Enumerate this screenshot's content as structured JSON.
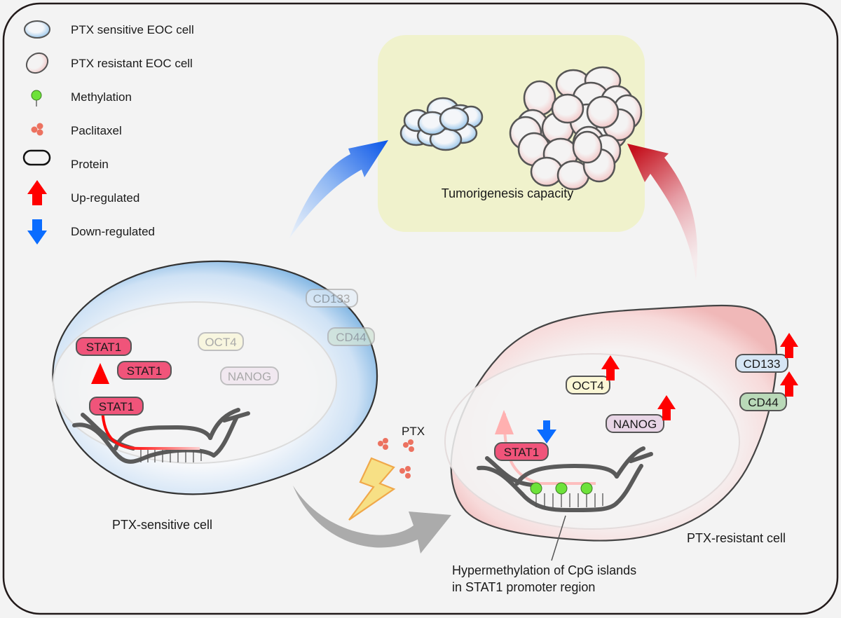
{
  "legend": {
    "items": [
      {
        "icon": "sensitive-cell-icon",
        "label": "PTX sensitive EOC cell"
      },
      {
        "icon": "resistant-cell-icon",
        "label": "PTX resistant EOC cell"
      },
      {
        "icon": "methylation-icon",
        "label": "Methylation"
      },
      {
        "icon": "paclitaxel-icon",
        "label": "Paclitaxel"
      },
      {
        "icon": "protein-icon",
        "label": "Protein"
      },
      {
        "icon": "up-arrow-icon",
        "label": "Up-regulated"
      },
      {
        "icon": "down-arrow-icon",
        "label": "Down-regulated"
      }
    ]
  },
  "tumor_panel": {
    "label": "Tumorigenesis capacity"
  },
  "sensitive_cell": {
    "caption": "PTX-sensitive cell",
    "proteins": {
      "stat1_a": "STAT1",
      "stat1_b": "STAT1",
      "stat1_c": "STAT1",
      "oct4": "OCT4",
      "nanog": "NANOG",
      "cd133": "CD133",
      "cd44": "CD44"
    }
  },
  "treatment": {
    "label": "PTX"
  },
  "resistant_cell": {
    "caption": "PTX-resistant cell",
    "proteins": {
      "stat1": "STAT1",
      "oct4": "OCT4",
      "nanog": "NANOG",
      "cd133": "CD133",
      "cd44": "CD44"
    },
    "annotation_line1": "Hypermethylation of CpG islands",
    "annotation_line2": "in STAT1 promoter region"
  },
  "colors": {
    "up": "#ff0000",
    "down": "#0a6cff",
    "stat1": "#f0547a",
    "oct4": "#fbf7d6",
    "nanog": "#e8d5e6",
    "cd133": "#d6e6f5",
    "cd44": "#b9d9b8",
    "panel": "#f0f2cc",
    "methyl": "#6de23a",
    "paclitaxel": "#ec7260"
  }
}
